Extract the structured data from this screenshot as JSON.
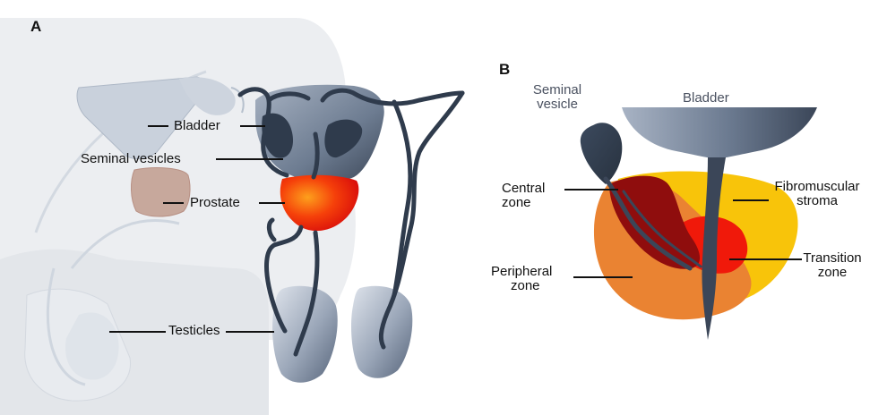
{
  "panel_a": {
    "letter": "A",
    "labels": {
      "bladder": "Bladder",
      "seminal_vesicles": "Seminal vesicles",
      "prostate": "Prostate",
      "testicles": "Testicles"
    }
  },
  "panel_b": {
    "letter": "B",
    "labels": {
      "seminal_vesicle_1": "Seminal",
      "seminal_vesicle_2": "vesicle",
      "bladder": "Bladder",
      "central_zone_1": "Central",
      "central_zone_2": "zone",
      "fibromuscular_1": "Fibromuscular",
      "fibromuscular_2": "stroma",
      "transition_1": "Transition",
      "transition_2": "zone",
      "peripheral_1": "Peripheral",
      "peripheral_2": "zone"
    }
  },
  "colors": {
    "organ_gray": "#6d7c91",
    "duct_navy": "#2f3b4c",
    "prostate_red": "#f5290a",
    "central_zone": "#8f0d0d",
    "peripheral_zone": "#ea8332",
    "fibromuscular": "#f8c40a",
    "transition_zone": "#f0190a",
    "silhouette": "#e8eaed"
  }
}
